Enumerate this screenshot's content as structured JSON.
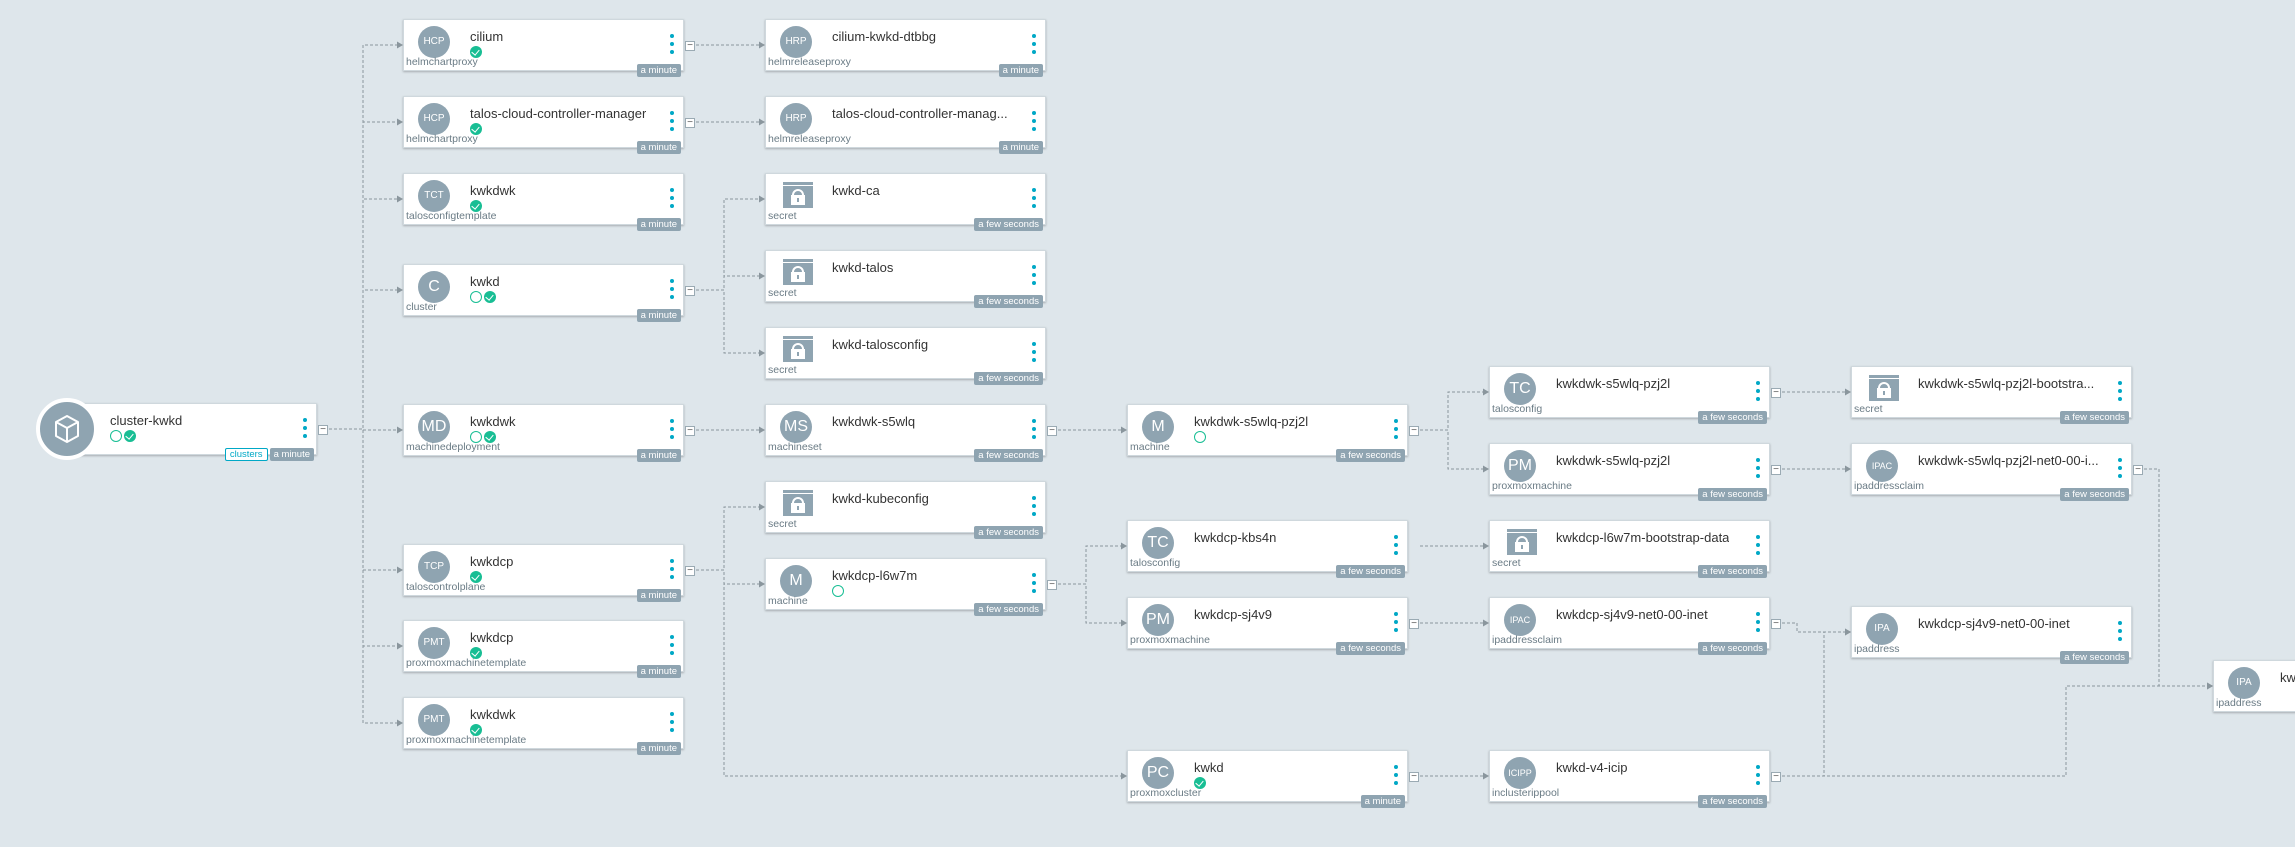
{
  "root": {
    "label": "cluster-kwkd",
    "tag": "clusters",
    "age": "a minute",
    "status": [
      "progressing",
      "ok"
    ]
  },
  "nodes": [
    {
      "id": "n-cilium-hcp",
      "abbr": "HCP",
      "label": "cilium",
      "kind": "helmchartproxy",
      "age": "a minute",
      "status": [
        "ok"
      ]
    },
    {
      "id": "n-cilium-hrp",
      "abbr": "HRP",
      "label": "cilium-kwkd-dtbbg",
      "kind": "helmreleaseproxy",
      "age": "a minute",
      "status": []
    },
    {
      "id": "n-talos-hcp",
      "abbr": "HCP",
      "label": "talos-cloud-controller-manager",
      "kind": "helmchartproxy",
      "age": "a minute",
      "status": [
        "ok"
      ]
    },
    {
      "id": "n-talos-hrp",
      "abbr": "HRP",
      "label": "talos-cloud-controller-manag...",
      "kind": "helmreleaseproxy",
      "age": "a minute",
      "status": []
    },
    {
      "id": "n-tct",
      "abbr": "TCT",
      "label": "kwkdwk",
      "kind": "talosconfigtemplate",
      "age": "a minute",
      "status": [
        "ok"
      ]
    },
    {
      "id": "n-cluster",
      "abbr": "C",
      "label": "kwkd",
      "kind": "cluster",
      "age": "a minute",
      "status": [
        "progressing",
        "ok"
      ]
    },
    {
      "id": "n-secret-ca",
      "abbr": "",
      "label": "kwkd-ca",
      "kind": "secret",
      "age": "a few seconds",
      "status": []
    },
    {
      "id": "n-secret-talos",
      "abbr": "",
      "label": "kwkd-talos",
      "kind": "secret",
      "age": "a few seconds",
      "status": []
    },
    {
      "id": "n-secret-talosconfig",
      "abbr": "",
      "label": "kwkd-talosconfig",
      "kind": "secret",
      "age": "a few seconds",
      "status": []
    },
    {
      "id": "n-md",
      "abbr": "MD",
      "label": "kwkdwk",
      "kind": "machinedeployment",
      "age": "a minute",
      "status": [
        "progressing",
        "ok"
      ]
    },
    {
      "id": "n-ms",
      "abbr": "MS",
      "label": "kwkdwk-s5wlq",
      "kind": "machineset",
      "age": "a few seconds",
      "status": []
    },
    {
      "id": "n-m-wk",
      "abbr": "M",
      "label": "kwkdwk-s5wlq-pzj2l",
      "kind": "machine",
      "age": "a few seconds",
      "status": [
        "progressing"
      ]
    },
    {
      "id": "n-tc-wk",
      "abbr": "TC",
      "label": "kwkdwk-s5wlq-pzj2l",
      "kind": "talosconfig",
      "age": "a few seconds",
      "status": []
    },
    {
      "id": "n-pm-wk",
      "abbr": "PM",
      "label": "kwkdwk-s5wlq-pzj2l",
      "kind": "proxmoxmachine",
      "age": "a few seconds",
      "status": []
    },
    {
      "id": "n-secret-wk-boot",
      "abbr": "",
      "label": "kwkdwk-s5wlq-pzj2l-bootstra...",
      "kind": "secret",
      "age": "a few seconds",
      "status": []
    },
    {
      "id": "n-ipac-wk",
      "abbr": "IPAC",
      "label": "kwkdwk-s5wlq-pzj2l-net0-00-i...",
      "kind": "ipaddressclaim",
      "age": "a few seconds",
      "status": []
    },
    {
      "id": "n-secret-kubeconfig",
      "abbr": "",
      "label": "kwkd-kubeconfig",
      "kind": "secret",
      "age": "a few seconds",
      "status": []
    },
    {
      "id": "n-tcp",
      "abbr": "TCP",
      "label": "kwkdcp",
      "kind": "taloscontrolplane",
      "age": "a minute",
      "status": [
        "ok"
      ]
    },
    {
      "id": "n-m-cp",
      "abbr": "M",
      "label": "kwkdcp-l6w7m",
      "kind": "machine",
      "age": "a few seconds",
      "status": [
        "progressing"
      ]
    },
    {
      "id": "n-tc-cp",
      "abbr": "TC",
      "label": "kwkdcp-kbs4n",
      "kind": "talosconfig",
      "age": "a few seconds",
      "status": []
    },
    {
      "id": "n-secret-cp-boot",
      "abbr": "",
      "label": "kwkdcp-l6w7m-bootstrap-data",
      "kind": "secret",
      "age": "a few seconds",
      "status": []
    },
    {
      "id": "n-pm-cp",
      "abbr": "PM",
      "label": "kwkdcp-sj4v9",
      "kind": "proxmoxmachine",
      "age": "a few seconds",
      "status": []
    },
    {
      "id": "n-ipac-cp",
      "abbr": "IPAC",
      "label": "kwkdcp-sj4v9-net0-00-inet",
      "kind": "ipaddressclaim",
      "age": "a few seconds",
      "status": []
    },
    {
      "id": "n-ipa-cp",
      "abbr": "IPA",
      "label": "kwkdcp-sj4v9-net0-00-inet",
      "kind": "ipaddress",
      "age": "a few seconds",
      "status": []
    },
    {
      "id": "n-pmt-cp",
      "abbr": "PMT",
      "label": "kwkdcp",
      "kind": "proxmoxmachinetemplate",
      "age": "a minute",
      "status": [
        "ok"
      ]
    },
    {
      "id": "n-pmt-wk",
      "abbr": "PMT",
      "label": "kwkdwk",
      "kind": "proxmoxmachinetemplate",
      "age": "a minute",
      "status": [
        "ok"
      ]
    },
    {
      "id": "n-pc",
      "abbr": "PC",
      "label": "kwkd",
      "kind": "proxmoxcluster",
      "age": "a minute",
      "status": [
        "ok"
      ]
    },
    {
      "id": "n-icipp",
      "abbr": "ICIPP",
      "label": "kwkd-v4-icip",
      "kind": "inclusterippool",
      "age": "a few seconds",
      "status": []
    },
    {
      "id": "n-ipa-wk",
      "abbr": "IPA",
      "label": "kw",
      "kind": "ipaddress",
      "age": "",
      "status": []
    }
  ],
  "colors": {
    "background": "#dee6eb",
    "accent": "#00a8c6",
    "ok": "#18be94",
    "avatar": "#8fa4b1"
  }
}
